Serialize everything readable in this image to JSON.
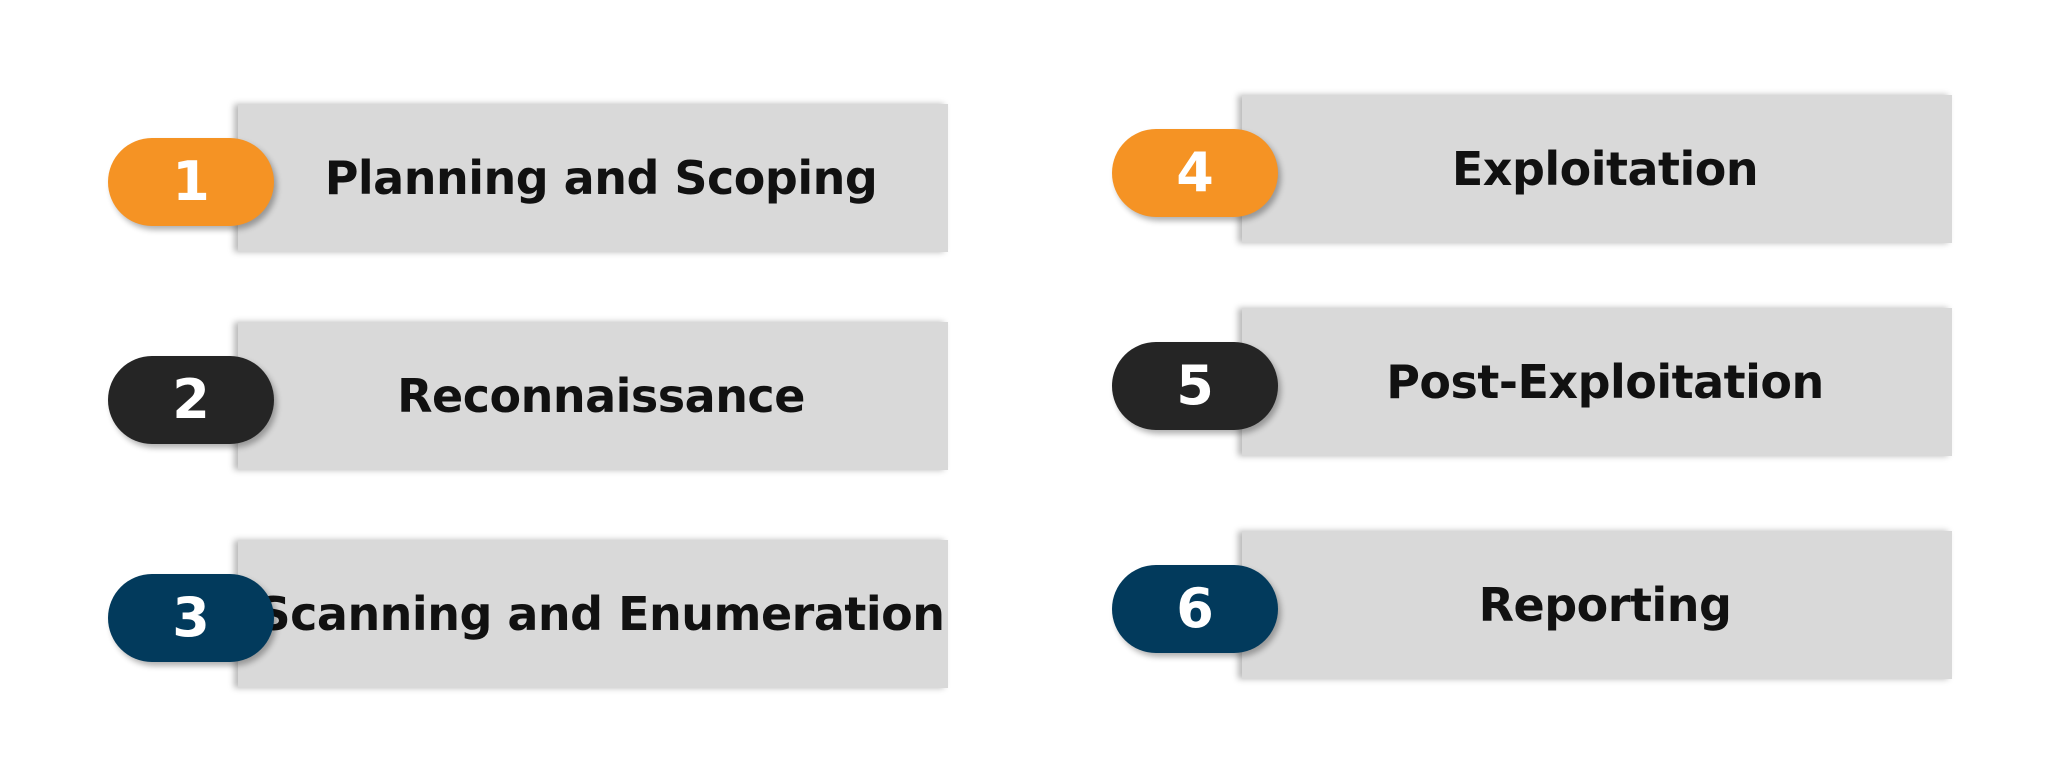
{
  "colors": {
    "orange": "#f59324",
    "black": "#252525",
    "navy": "#023a5c",
    "card": "#d9d9d9"
  },
  "steps": [
    {
      "number": "1",
      "label": "Planning and Scoping",
      "color": "orange"
    },
    {
      "number": "2",
      "label": "Reconnaissance",
      "color": "black"
    },
    {
      "number": "3",
      "label": "Scanning and Enumeration",
      "color": "navy"
    },
    {
      "number": "4",
      "label": "Exploitation",
      "color": "orange"
    },
    {
      "number": "5",
      "label": "Post-Exploitation",
      "color": "black"
    },
    {
      "number": "6",
      "label": "Reporting",
      "color": "navy"
    }
  ]
}
